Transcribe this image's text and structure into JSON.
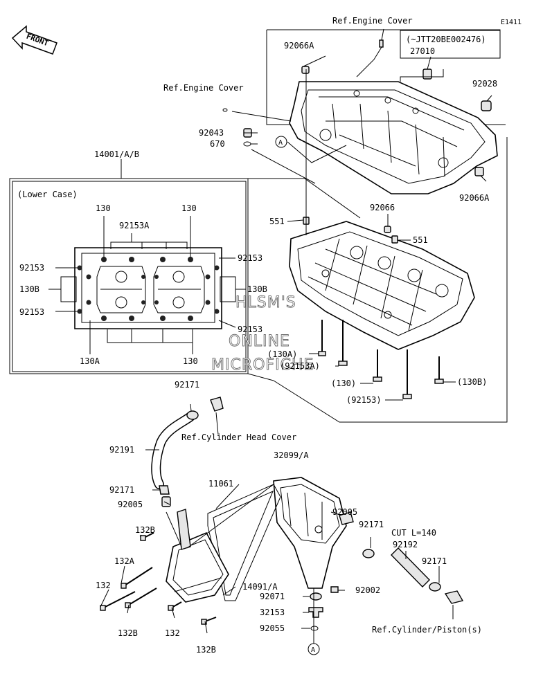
{
  "diagram_id": "E1411",
  "front_label": "FRONT",
  "lower_case_label": "(Lower Case)",
  "watermark": [
    "HLSM'S",
    "ONLINE",
    "MICROFICHE"
  ],
  "callout_marker": "A",
  "labels": {
    "ref_engine_cover_top": "Ref.Engine Cover",
    "serial_note": "(~JTT20BE002476)",
    "p27010": "27010",
    "p92066a_top": "92066A",
    "ref_engine_cover_left": "Ref.Engine Cover",
    "p92028": "92028",
    "p92043": "92043",
    "p670": "670",
    "p14001": "14001/A/B",
    "p92066a_right": "92066A",
    "p92066": "92066",
    "p551_left": "551",
    "p551_right": "551",
    "lc_130_a": "130",
    "lc_130_b": "130",
    "lc_92153a": "92153A",
    "lc_92153_lt": "92153",
    "lc_92153_rt": "92153",
    "lc_130b_l": "130B",
    "lc_130b_r": "130B",
    "lc_92153_lb": "92153",
    "lc_92153_rb": "92153",
    "lc_130a": "130A",
    "lc_130_bot": "130",
    "b_130a": "(130A)",
    "b_92153a": "(92153A)",
    "b_130": "(130)",
    "b_130b": "(130B)",
    "b_92153": "(92153)",
    "p92171_top": "92171",
    "ref_cyl_head_cover": "Ref.Cylinder Head Cover",
    "p92191": "92191",
    "p32099": "32099/A",
    "p11061": "11061",
    "p92171_mid": "92171",
    "p92005_left": "92005",
    "p92005_right": "92005",
    "p92171_r1": "92171",
    "cut_length": "CUT L=140",
    "p92192": "92192",
    "p92171_r2": "92171",
    "p132b_top": "132B",
    "p132a": "132A",
    "p14091": "14091/A",
    "p132_left": "132",
    "p92002": "92002",
    "p92071": "92071",
    "p32153": "32153",
    "p132b_mid": "132B",
    "p132_mid": "132",
    "p92055": "92055",
    "p132b_bot": "132B",
    "ref_cyl_piston": "Ref.Cylinder/Piston(s)"
  }
}
